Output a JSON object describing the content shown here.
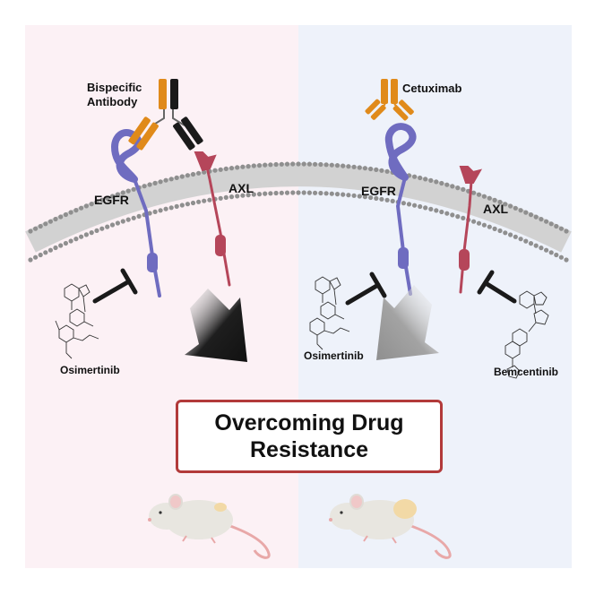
{
  "labels": {
    "bispecific_line1": "Bispecific",
    "bispecific_line2": "Antibody",
    "cetuximab": "Cetuximab",
    "egfr_left": "EGFR",
    "axl_left": "AXL",
    "egfr_right": "EGFR",
    "axl_right": "AXL",
    "osimertinib_left": "Osimertinib",
    "osimertinib_right": "Osimertinib",
    "bemcentinib": "Bemcentinib"
  },
  "headline": {
    "line1": "Overcoming Drug",
    "line2": "Resistance"
  },
  "colors": {
    "left_panel_bg": "#fcf1f5",
    "right_panel_bg": "#eef2fa",
    "egfr": "#6f6cc0",
    "axl": "#b5465a",
    "antibody_orange": "#e08a1a",
    "antibody_black": "#1a1a1a",
    "membrane_head": "#8f8f8f",
    "headline_border": "#b23a3a",
    "arrow_left": "#1e1e1e",
    "arrow_right": "#9c9c9c"
  },
  "icons": {
    "mouse_left": "mouse-small-tumor",
    "mouse_right": "mouse-large-tumor",
    "inhibitor": "inhibition-t-bar"
  }
}
